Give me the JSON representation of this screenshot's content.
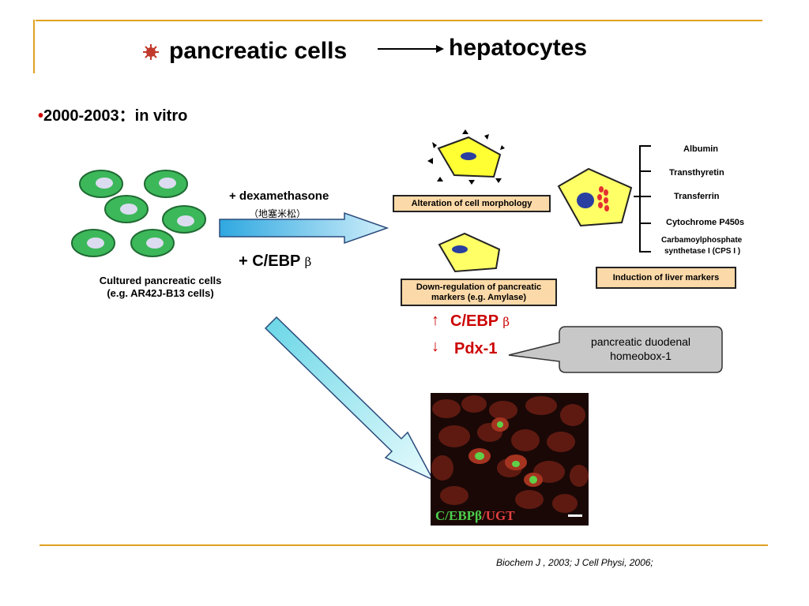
{
  "title": {
    "left": "pancreatic cells",
    "right": "hepatocytes"
  },
  "subtitle": {
    "bullet": "•",
    "text": "2000-2003：in vitro"
  },
  "diagram": {
    "treatment_1": "+ dexamethasone",
    "treatment_1_cn": "（地塞米松）",
    "treatment_2": "+ C/EBP",
    "treatment_2_symbol": "β",
    "cells_label_line1": "Cultured pancreatic cells",
    "cells_label_line2": "(e.g. AR42J-B13 cells)",
    "box_morphology": "Alteration of cell morphology",
    "box_downregulation_line1": "Down-regulation of pancreatic",
    "box_downregulation_line2": "markers (e.g. Amylase)",
    "box_liver": "Induction of liver markers",
    "liver_markers": [
      "Albumin",
      "Transthyretin",
      "Transferrin",
      "Cytochrome P450s",
      "Carbamoylphosphate",
      "synthetase I (CPS I )"
    ],
    "up_arrow": "↑",
    "down_arrow": "↓",
    "gene_up": "C/EBP",
    "gene_up_symbol": "β",
    "gene_down": "Pdx-1",
    "callout_line1": "pancreatic duodenal",
    "callout_line2": "homeobox-1",
    "micrograph_label_green": "C/EBPβ",
    "micrograph_label_sep": "/",
    "micrograph_label_red": "UGT"
  },
  "reference": "Biochem J , 2003; J Cell Physi, 2006;",
  "colors": {
    "accent_rule": "#e0a020",
    "cell_green": "#3cb85a",
    "box_fill": "#fbd9a8",
    "highlight_red": "#cc0000"
  }
}
